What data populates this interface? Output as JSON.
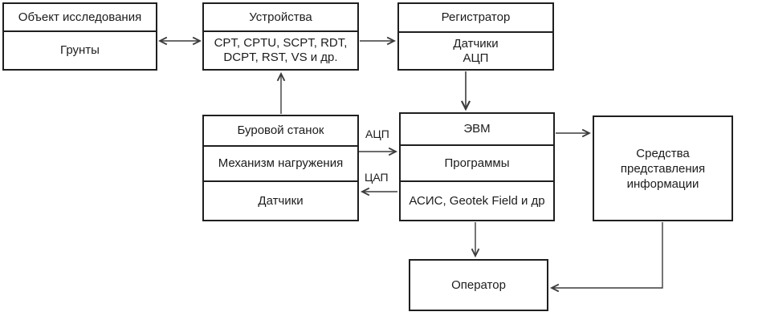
{
  "diagram": {
    "boxes": {
      "object_of_study": {
        "title": "Объект исследования",
        "body": "Грунты"
      },
      "devices": {
        "title": "Устройства",
        "body": "CPT, CPTU, SCPT, RDT,\nDCPT, RST, VS и др."
      },
      "registrator": {
        "title": "Регистратор",
        "body": "Датчики\nАЦП"
      },
      "drill_rig": {
        "row1": "Буровой станок",
        "row2": "Механизм нагружения",
        "row3": "Датчики"
      },
      "computer": {
        "row1": "ЭВМ",
        "row2": "Программы",
        "row3": "АСИС, Geotek Field и др"
      },
      "presentation": {
        "label": "Средства\nпредставления\nинформации"
      },
      "operator": {
        "label": "Оператор"
      }
    },
    "arrow_labels": {
      "adc": "АЦП",
      "dac": "ЦАП"
    },
    "colors": {
      "border": "#1f1f1f",
      "arrow": "#3c3c3c",
      "background": "#ffffff"
    }
  }
}
